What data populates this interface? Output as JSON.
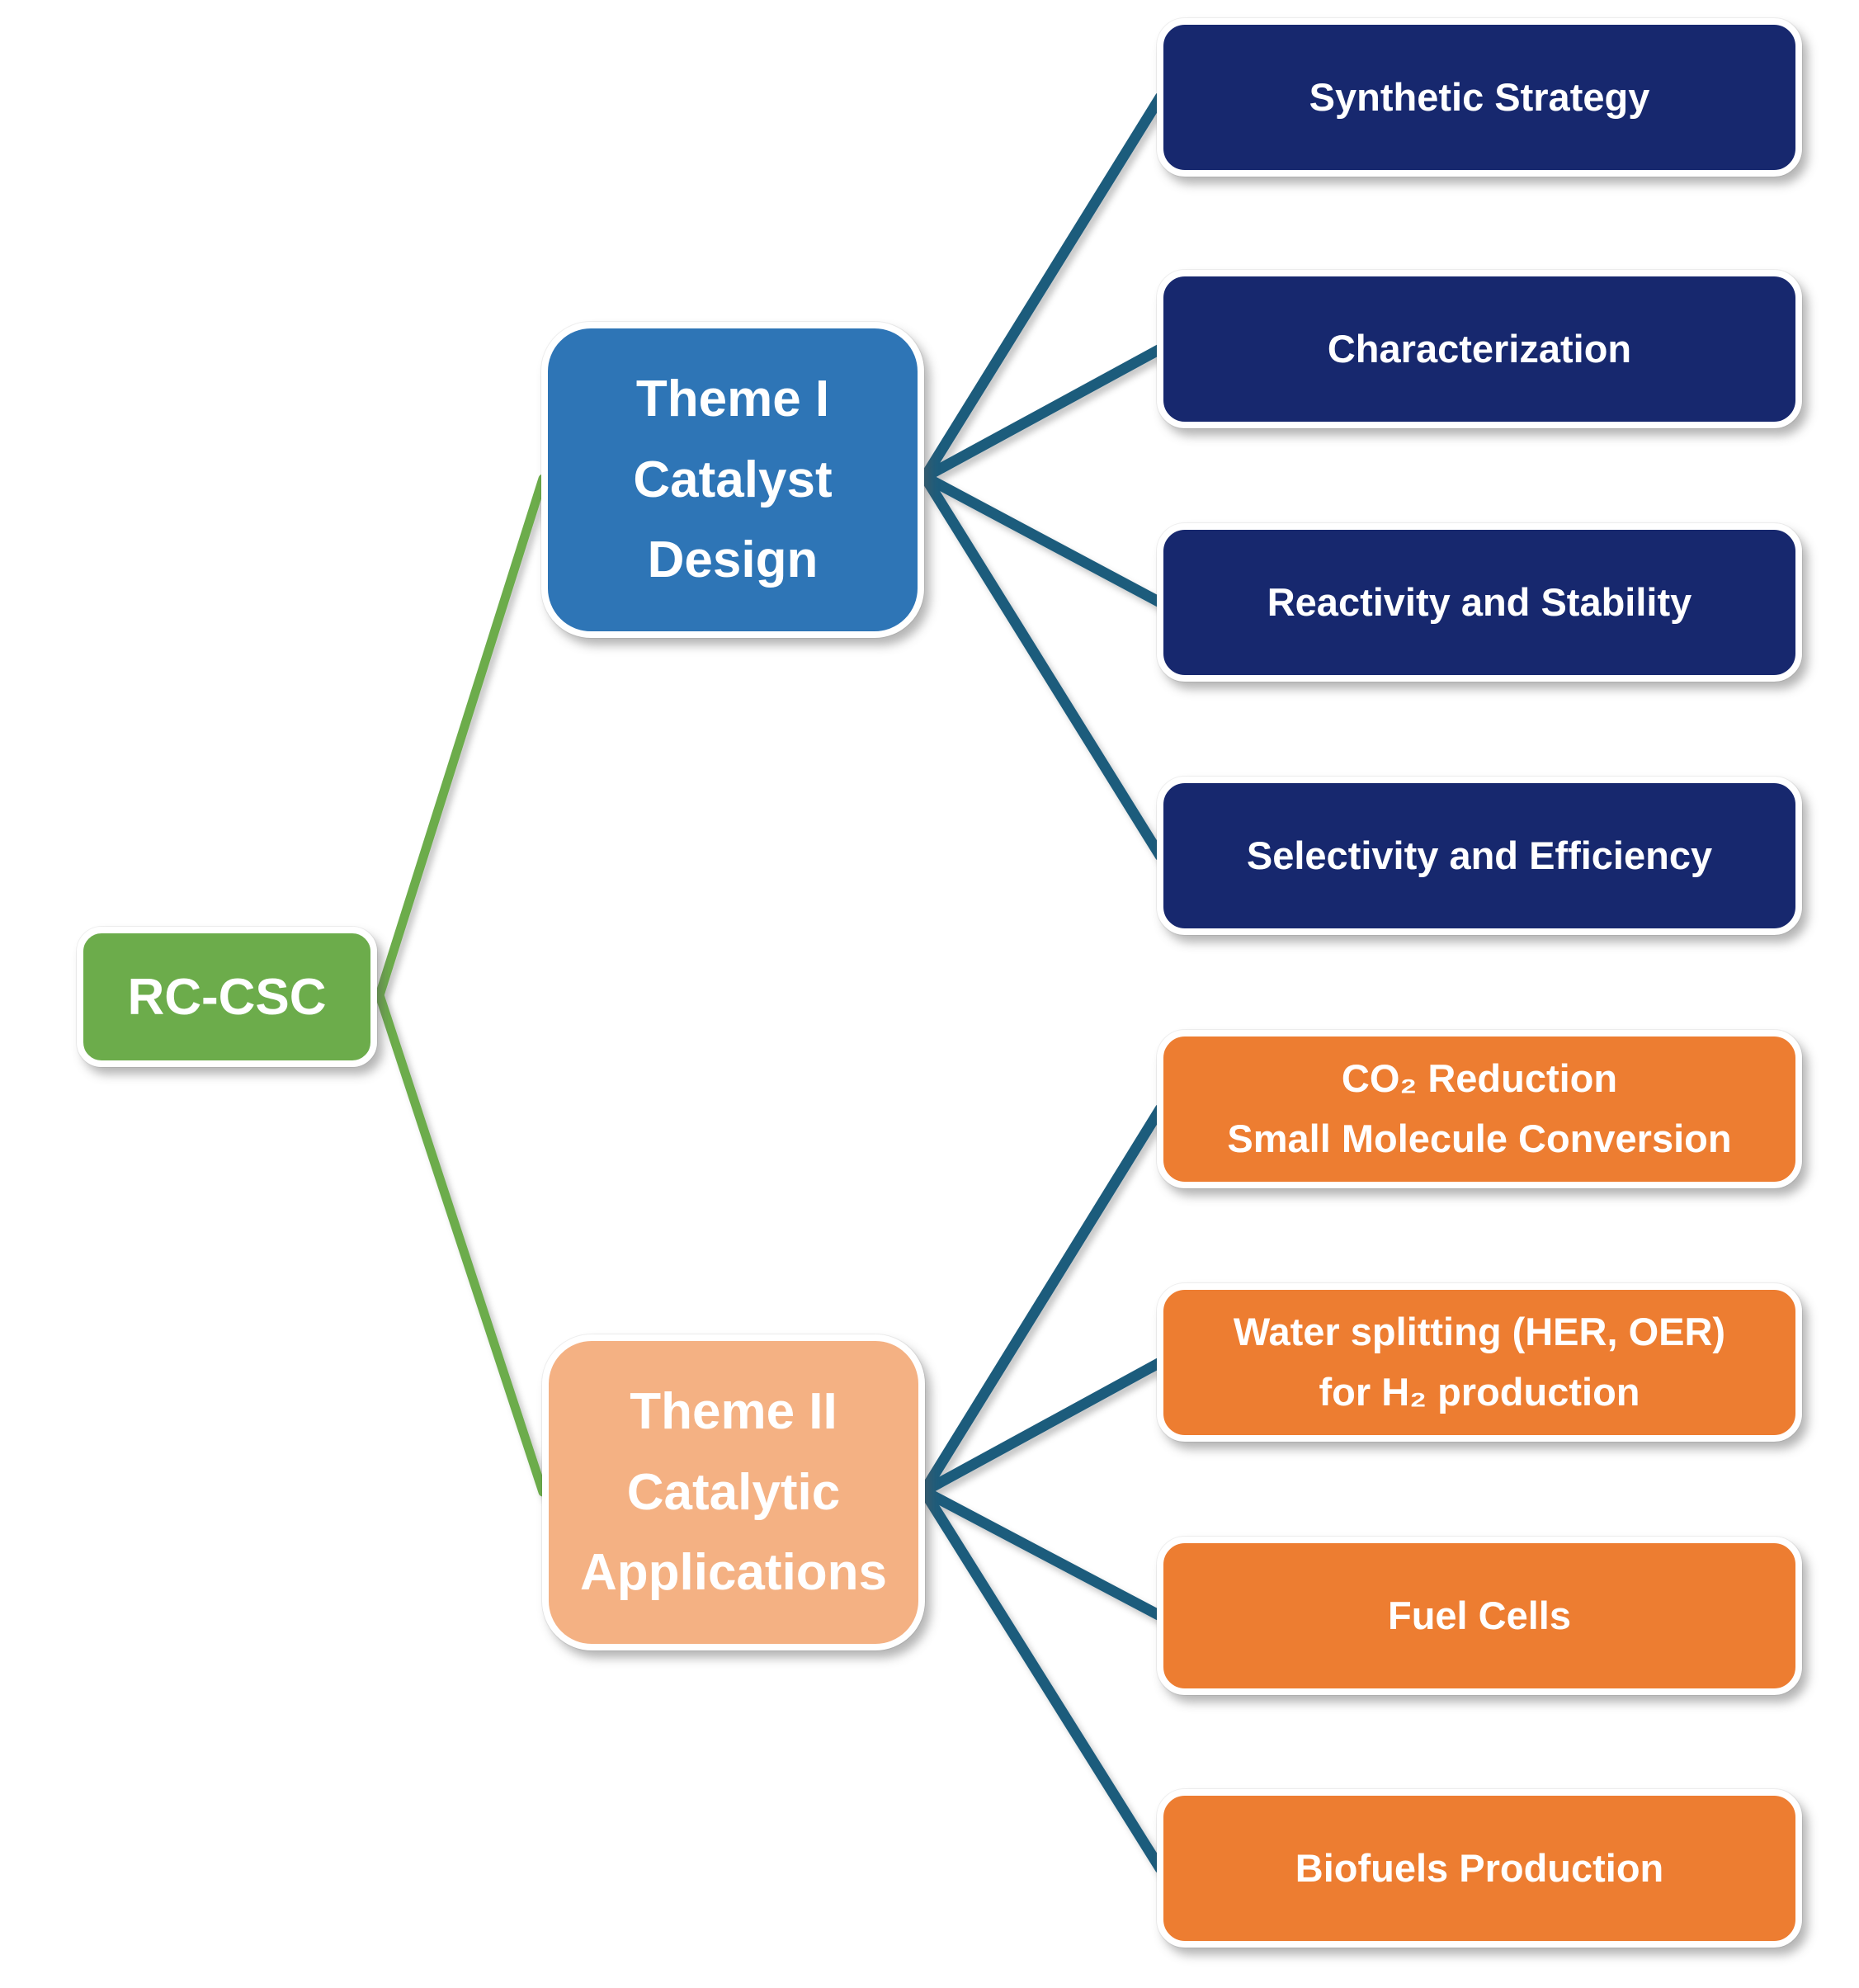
{
  "diagram": {
    "title": "RC-CSC research themes tree diagram",
    "root": {
      "label": "RC-CSC"
    },
    "themes": [
      {
        "lines": [
          "Theme I",
          "Catalyst",
          "Design"
        ]
      },
      {
        "lines": [
          "Theme II",
          "Catalytic",
          "Applications"
        ]
      }
    ],
    "theme1_leaves": [
      {
        "lines": [
          "Synthetic Strategy"
        ]
      },
      {
        "lines": [
          "Characterization"
        ]
      },
      {
        "lines": [
          "Reactivity and Stability"
        ]
      },
      {
        "lines": [
          "Selectivity and Efficiency"
        ]
      }
    ],
    "theme2_leaves": [
      {
        "lines": [
          "CO₂ Reduction",
          "Small Molecule Conversion"
        ]
      },
      {
        "lines": [
          "Water splitting (HER, OER)",
          "for H₂ production"
        ]
      },
      {
        "lines": [
          "Fuel Cells"
        ]
      },
      {
        "lines": [
          "Biofuels Production"
        ]
      }
    ],
    "colors": {
      "root_green": "#6CAC4B",
      "theme1_blue": "#2E75B6",
      "theme2_peach": "#F4B183",
      "leaf_navy": "#17286E",
      "leaf_orange": "#ED7D31",
      "connector_green": "#6CAC4B",
      "connector_teal": "#1D5B7C",
      "text_white": "#FFFFFF",
      "background": "#FFFFFF"
    }
  }
}
